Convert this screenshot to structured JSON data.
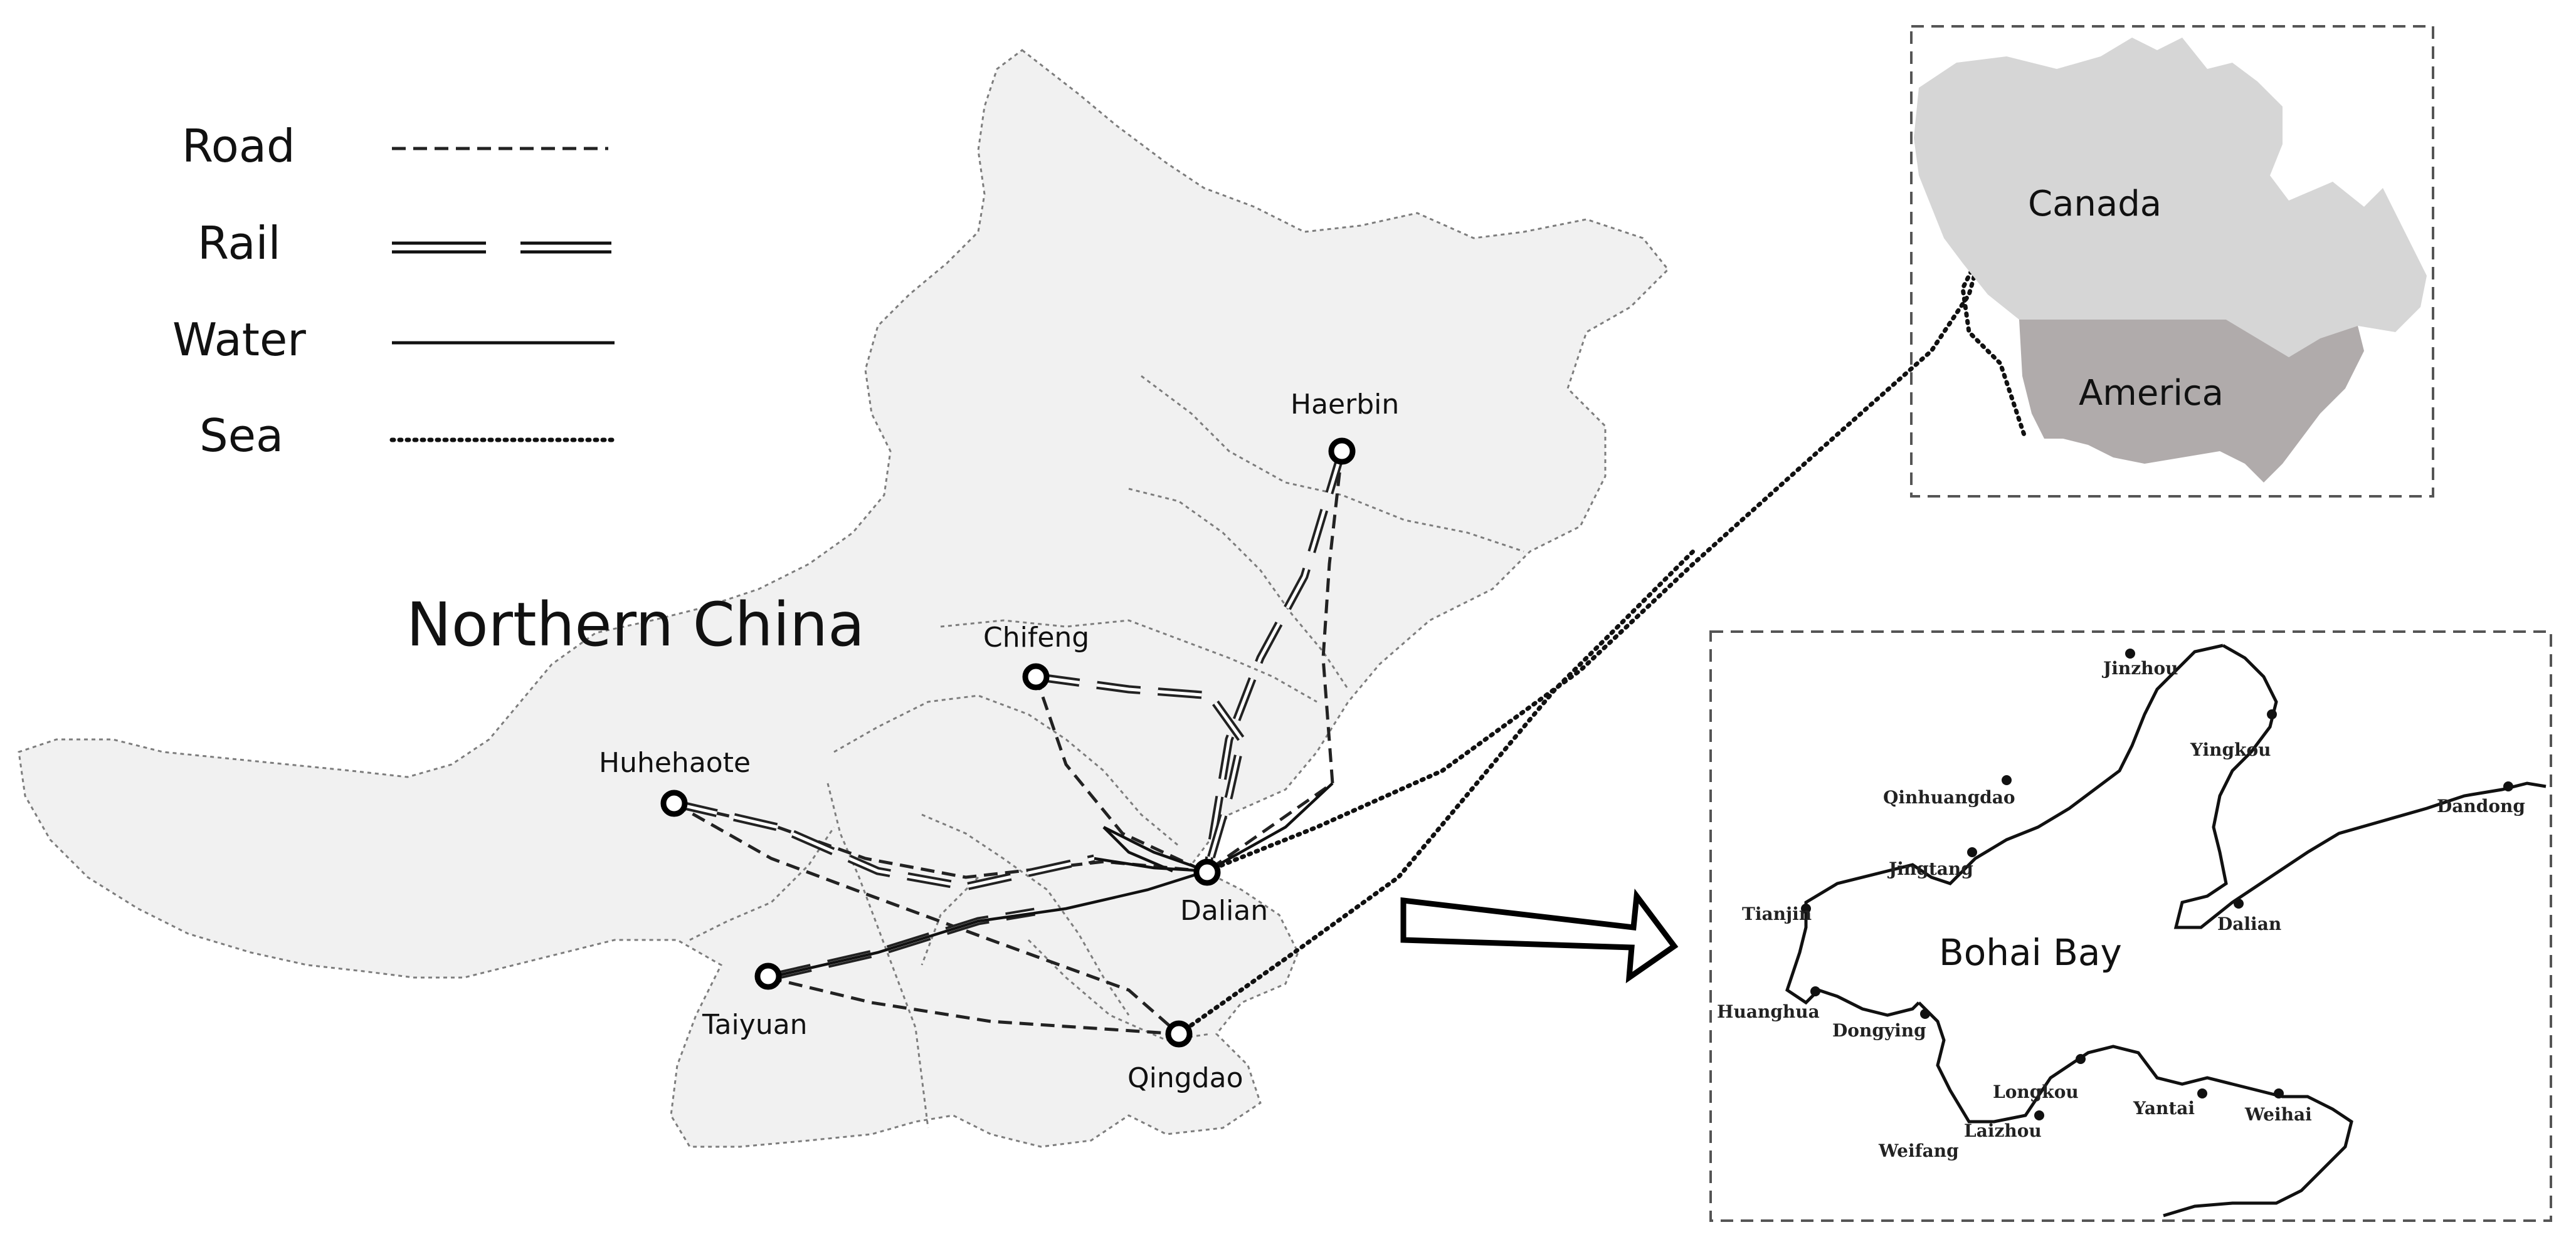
{
  "legend": {
    "road": "Road",
    "rail": "Rail",
    "water": "Water",
    "sea": "Sea"
  },
  "region_title": "Northern China",
  "cities": {
    "haerbin": "Haerbin",
    "chifeng": "Chifeng",
    "huhehaote": "Huhehaote",
    "dalian": "Dalian",
    "taiyuan": "Taiyuan",
    "qingdao": "Qingdao"
  },
  "inset_america": {
    "canada": "Canada",
    "america": "America"
  },
  "inset_bohai": {
    "title": "Bohai Bay",
    "ports": {
      "jinzhou": "Jinzhou",
      "yingkou": "Yingkou",
      "qinhuangdao": "Qinhuangdao",
      "jingtang": "Jingtang",
      "dandong": "Dandong",
      "tianjin": "Tianjin",
      "dalian": "Dalian",
      "huanghua": "Huanghua",
      "dongying": "Dongying",
      "longkou": "Longkou",
      "yantai": "Yantai",
      "weihai": "Weihai",
      "laizhou": "Laizhou",
      "weifang": "Weifang"
    }
  },
  "colors": {
    "land": "#f1f1f1",
    "canada": "#d6d6d6",
    "america": "#b0abab",
    "line": "#111111"
  }
}
